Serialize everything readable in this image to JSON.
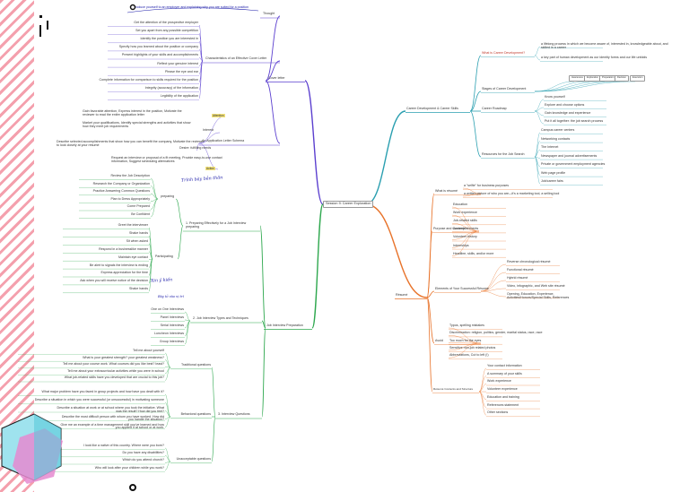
{
  "root": {
    "label": "Session 9: Career Exploration"
  },
  "left_branches": [
    {
      "label": "Cover letter",
      "color": "#5b3fcf",
      "children": [
        {
          "label": "Thought",
          "items": [
            "Introduce yourself to an employer and explaining why you are suited for a position"
          ]
        },
        {
          "label": "Characteristics of an Effective Cover Letter",
          "items": [
            "Get the attention of the prospective employer",
            "Set you apart from any possible competition",
            "Identify the position you are interested in",
            "Specify how you learned about the position or company",
            "Present highlights of your skills and accomplishments",
            "Reflect your genuine interest",
            "Please the eye and ear",
            "Complete information for comparison to skills required for the position",
            "Integrity (accuracy) of the information",
            "Legibility of the application"
          ]
        },
        {
          "label": "An Application Letter Schema",
          "items": [
            "Attention",
            "Gain favorable attention, Express interest in the position, Motivate the reviewer to read the entire application letter",
            "Interest",
            "Market your qualifications, Identify special strengths and activities that show how they meet job requirements",
            "Desire: fulfilling needs",
            "Describe selected accomplishments that show how you can benefit the company, Motivate the reviewer to look closely at your résumé",
            "Request an interview or proposal of a fit meeting, Provide easy-to-use contact information, Suggest scheduling alternatives",
            "Action"
          ]
        }
      ]
    },
    {
      "label": "Job Interview Preparation",
      "color": "#2fa84f",
      "children": [
        {
          "label": "1. Preparing Effectively for a Job Interview preparing",
          "groups": [
            {
              "label": "preparing",
              "items": [
                "Review the Job Description",
                "Research the Company or Organization",
                "Practice Answering Common Questions",
                "Plan to Dress Appropriately",
                "Come Prepared",
                "Be Confident"
              ]
            },
            {
              "label": "Participating",
              "items": [
                "Greet the interviewer",
                "Shake hands",
                "Sit when asked",
                "Respond in a businesslike manner",
                "Maintain eye contact",
                "Be alert to signals the interview is ending",
                "Express appreciation for the time",
                "Ask when you will receive notice of the decision",
                "Shake hands"
              ]
            }
          ]
        },
        {
          "label": "2. Job Interview Types and Techniques",
          "items": [
            "One on One Interviews",
            "Panel Interviews",
            "Serial Interviews",
            "Luncheon Interviews",
            "Group Interviews"
          ]
        },
        {
          "label": "3. Interview Questions",
          "groups": [
            {
              "label": "Traditional questions",
              "items": [
                "Tell me about yourself",
                "What is your greatest strength? your greatest weakness?",
                "Tell me about your course work. What courses did you like best? least?",
                "Tell me about your extracurricular activities while you were in school",
                "What job-related skills have you developed that are crucial to this job?"
              ]
            },
            {
              "label": "Behavioral questions",
              "items": [
                "What major problem have you faced in group projects and how have you dealt with it?",
                "Describe a situation in which you were successful (or unsuccessful) in motivating someone",
                "Describe a situation at work or at school where you took the initiative. What was the result? How did you feel?",
                "Describe the most difficult person with whom you have worked. How did you handle the situation?",
                "Give me an example of a time management skill you've learned and how you applied it at school or at work."
              ]
            },
            {
              "label": "Unacceptable questions",
              "items": [
                "I look like a native of this country. Where were you born?",
                "Do you have any disabilities?",
                "Which do you attend church?",
                "Who will look after your children while you work?"
              ]
            }
          ]
        }
      ]
    }
  ],
  "right_branches": [
    {
      "label": "Career Development & Career Skills",
      "color": "#2a9fb0",
      "children": [
        {
          "label": "What is Career Development?",
          "items": [
            "a lifelong process in which we become aware of, interested in, knowledgeable about, and skilled in a career",
            "a key part of human development as our identity forms and our life unfolds"
          ]
        },
        {
          "label": "Stages of Career Development",
          "items": [
            "Awareness",
            "Exploration",
            "Preparation",
            "Decision",
            "Execution"
          ]
        },
        {
          "label": "Career Roadmap",
          "items": [
            "Know yourself",
            "Explore and choose options",
            "Gain knowledge and experience",
            "Put it all together: the job search process"
          ]
        },
        {
          "label": "Resources for the Job Search",
          "items": [
            "Campus career centers",
            "Networking contacts",
            "The Internet",
            "Newspaper and journal advertisements",
            "Private or government employment agencies",
            "Web page profile",
            "Job/career fairs"
          ]
        }
      ]
    },
    {
      "label": "Résumé",
      "color": "#e8732a",
      "children": [
        {
          "label": "What is résumé",
          "items": [
            "a \"selfie\" for business purposes",
            "a written picture of who you are—it's a marketing tool, a selling tool"
          ]
        },
        {
          "label": "Purpose and Contents",
          "items": [
            "Education",
            "Work experience",
            "Job-related skills",
            "Accomplishments",
            "Volunteer history",
            "Internships",
            "Headline, skills, and/or more"
          ]
        },
        {
          "label": "Elements of Your Successful Résumé",
          "items": [
            "Reverse chronological résumé",
            "Functional résumé",
            "Hybrid résumé",
            "Video, infographic, and Web site résumé",
            "Opening, Education, Experience, Activities/Honors/Special Skills, References"
          ]
        },
        {
          "label": "Avoid",
          "items": [
            "Typos, spelling mistakes",
            "Discrimination: religion, politics, gender, marital status, race, race",
            "Too much for the eyes",
            "Sensitive non-job related photos",
            "Abbreviations, Cut to left (!)"
          ]
        },
        {
          "label": "Résumé Contents and Structure",
          "items": [
            "Your contact information",
            "A summary of your skills",
            "Work experience",
            "Volunteer experience",
            "Education and training",
            "References statement",
            "Other sections"
          ]
        }
      ]
    }
  ],
  "handwritten_notes": [
    "Trình bày bản thân",
    "Xin ý kiến",
    "Bày tỏ vào vị trí"
  ],
  "colors": {
    "stripe": "#f4a0ad",
    "cover_letter": "#5b3fcf",
    "interview": "#2fa84f",
    "career": "#2a9fb0",
    "resume": "#e8732a",
    "pen": "#1a1aa8"
  }
}
